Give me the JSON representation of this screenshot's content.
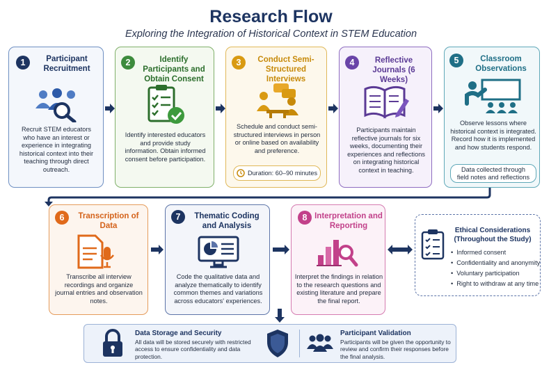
{
  "title": "Research Flow",
  "subtitle": "Exploring the Integration of Historical Context in STEM Education",
  "steps": [
    {
      "num": "1",
      "title": "Participant Recruitment",
      "icon": "people-search-icon",
      "text": "Recruit STEM educators who have an interest or experience in integrating historical context into their teaching through direct outreach.",
      "color": "#1d3461"
    },
    {
      "num": "2",
      "title": "Identify Participants and Obtain Consent",
      "icon": "checklist-clipboard-icon",
      "text": "Identify interested educators and provide study information. Obtain informed consent before participation.",
      "color": "#3d8b3d"
    },
    {
      "num": "3",
      "title": "Conduct Semi-Structured Interviews",
      "icon": "interview-icon",
      "text": "Schedule and conduct semi-structured interviews in person or online based on availability and preference.",
      "pill": "Duration: 60–90 minutes",
      "color": "#d99a12"
    },
    {
      "num": "4",
      "title": "Reflective Journals (6 Weeks)",
      "icon": "journal-pen-icon",
      "text": "Participants maintain reflective journals for six weeks, documenting their experiences and reflections on integrating historical context in teaching.",
      "color": "#6a45a8"
    },
    {
      "num": "5",
      "title": "Classroom Observations",
      "icon": "classroom-icon",
      "text": "Observe lessons where historical context is integrated. Record how it is implemented and how students respond.",
      "pill": "Data collected through field notes and reflections",
      "color": "#1f6f86"
    },
    {
      "num": "6",
      "title": "Transcription of Data",
      "icon": "document-mic-icon",
      "text": "Transcribe all interview recordings and organize journal entries and observation notes.",
      "color": "#e06a1b"
    },
    {
      "num": "7",
      "title": "Thematic Coding and Analysis",
      "icon": "monitor-chart-icon",
      "text": "Code the qualitative data and analyze thematically to identify common themes and variations across educators' experiences.",
      "color": "#1d3461"
    },
    {
      "num": "8",
      "title": "Interpretation and Reporting",
      "icon": "chart-magnifier-icon",
      "text": "Interpret the findings in relation to the research questions and existing literature and prepare the final report.",
      "color": "#c2418a"
    }
  ],
  "ethics": {
    "title": "Ethical Considerations (Throughout the Study)",
    "icon": "clipboard-list-icon",
    "items": [
      "Informed consent",
      "Confidentiality and anonymity",
      "Voluntary participation",
      "Right to withdraw at any time"
    ]
  },
  "bottom": {
    "storage_title": "Data Storage and Security",
    "storage_text": "All data will be stored securely with restricted access to ensure confidentiality and data protection.",
    "storage_icon": "lock-icon",
    "shield_icon": "shield-icon",
    "validation_title": "Participant Validation",
    "validation_text": "Participants will be given the opportunity to review and confirm their responses before the final analysis.",
    "validation_icon": "group-icon"
  },
  "colors": {
    "navy": "#1d3461",
    "accent_blue": "#1d3461"
  }
}
